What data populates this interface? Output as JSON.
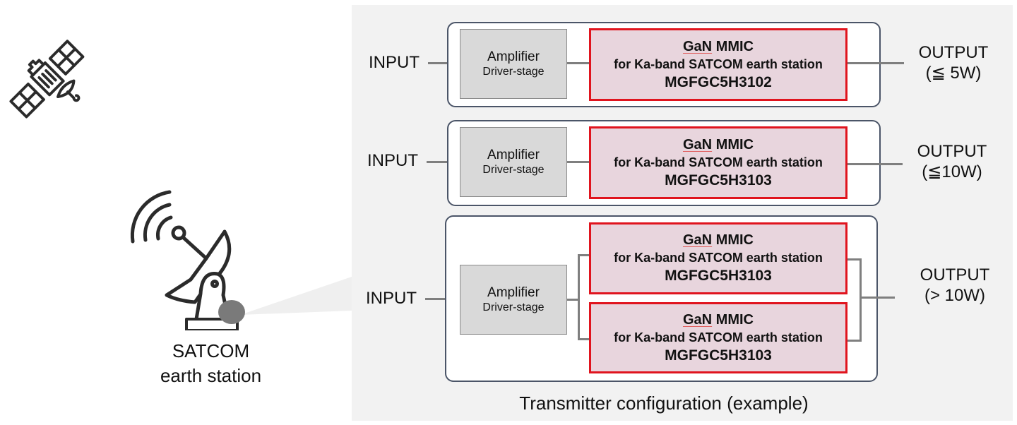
{
  "left": {
    "satellite_icon": "satellite-icon",
    "station_icon": "satellite-dish-icon",
    "station_label_line1": "SATCOM",
    "station_label_line2": "earth station"
  },
  "colors": {
    "panel_bg": "#f2f2f2",
    "mmic_fill": "#e8d5dd",
    "mmic_border": "#e0141e",
    "amp_fill": "#d9d9d9",
    "box_border": "#4b5568",
    "wire": "#7f7f7f",
    "marker": "#7a7a7a"
  },
  "configs": [
    {
      "input_label": "INPUT",
      "amp_title": "Amplifier",
      "amp_sub": "Driver-stage",
      "mmics": [
        {
          "gan": "GaN",
          "mmic": " MMIC",
          "desc": "for Ka-band SATCOM earth station",
          "part": "MGFGC5H3102"
        }
      ],
      "output_label": "OUTPUT",
      "output_power": "(≦ 5W)"
    },
    {
      "input_label": "INPUT",
      "amp_title": "Amplifier",
      "amp_sub": "Driver-stage",
      "mmics": [
        {
          "gan": "GaN",
          "mmic": " MMIC",
          "desc": "for Ka-band SATCOM earth station",
          "part": "MGFGC5H3103"
        }
      ],
      "output_label": "OUTPUT",
      "output_power": "(≦10W)"
    },
    {
      "input_label": "INPUT",
      "amp_title": "Amplifier",
      "amp_sub": "Driver-stage",
      "mmics": [
        {
          "gan": "GaN",
          "mmic": " MMIC",
          "desc": "for Ka-band SATCOM earth station",
          "part": "MGFGC5H3103"
        },
        {
          "gan": "GaN",
          "mmic": " MMIC",
          "desc": "for Ka-band SATCOM earth station",
          "part": "MGFGC5H3103"
        }
      ],
      "output_label": "OUTPUT",
      "output_power": "(> 10W)"
    }
  ],
  "caption": "Transmitter configuration (example)"
}
